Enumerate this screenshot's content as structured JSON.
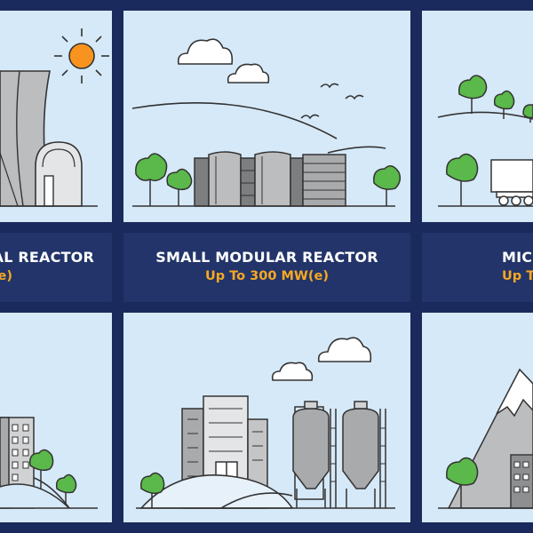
{
  "colors": {
    "background": "#1b2a5c",
    "panel": "#d6e9f8",
    "label_band": "#223469",
    "title_text": "#ffffff",
    "capacity_text": "#f7a823",
    "tree_green": "#5bb84a",
    "building_gray": "#a9aaac",
    "sun": "#f7931e"
  },
  "cards": [
    {
      "title": "AL REACTOR",
      "capacity": "e)"
    },
    {
      "title": "SMALL MODULAR REACTOR",
      "capacity": "Up To 300 MW(e)"
    },
    {
      "title": "MIC",
      "capacity": "Up T"
    }
  ],
  "icons": {
    "top_left": [
      "sun-icon",
      "cooling-tower-icon",
      "reactor-dome-icon"
    ],
    "top_middle": [
      "cloud-icon",
      "bird-icon",
      "modular-reactor-icon",
      "tree-icon"
    ],
    "top_right": [
      "tree-icon",
      "truck-icon"
    ],
    "bottom_left": [
      "office-building-icon",
      "tree-icon"
    ],
    "bottom_middle": [
      "cloud-icon",
      "city-building-icon",
      "storage-silo-icon",
      "tree-icon"
    ],
    "bottom_right": [
      "mountain-icon",
      "tree-icon",
      "building-icon"
    ]
  }
}
